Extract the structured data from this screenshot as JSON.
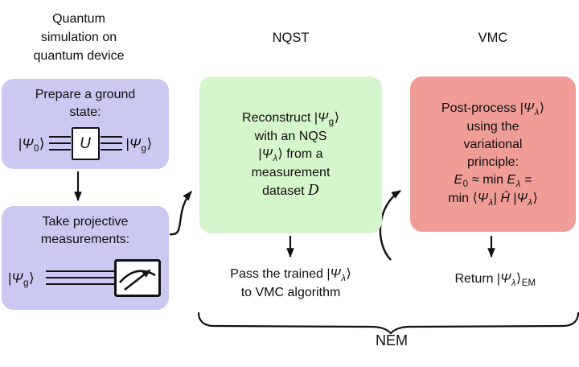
{
  "colors": {
    "purple_box": "#cbc9f2",
    "green_box": "#d5f6cc",
    "red_box": "#f09d98",
    "text": "#0e0e0e",
    "line": "#111111"
  },
  "left": {
    "header_lines": [
      "Quantum",
      "simulation on",
      "quantum device"
    ],
    "prepare_box": {
      "title_lines": [
        "Prepare a ground",
        "state:"
      ],
      "input_ket": [
        {
          "t": "|"
        },
        {
          "t": "Ψ",
          "s": "i"
        },
        {
          "t": "0",
          "s": "sub"
        },
        {
          "t": "⟩"
        }
      ],
      "gate": [
        {
          "t": "U",
          "s": "i"
        }
      ],
      "output_ket": [
        {
          "t": "|"
        },
        {
          "t": "Ψ",
          "s": "i"
        },
        {
          "t": "g",
          "s": "sub"
        },
        {
          "t": "⟩"
        }
      ]
    },
    "measure_box": {
      "title_lines": [
        "Take projective",
        "measurements:"
      ],
      "input_ket": [
        {
          "t": "|"
        },
        {
          "t": "Ψ",
          "s": "i"
        },
        {
          "t": "g",
          "s": "sub"
        },
        {
          "t": "⟩"
        }
      ]
    }
  },
  "middle": {
    "header": "NQST",
    "box_lines": [
      [
        {
          "t": "Reconstruct |"
        },
        {
          "t": "Ψ",
          "s": "i"
        },
        {
          "t": "g",
          "s": "sub"
        },
        {
          "t": "⟩"
        }
      ],
      [
        {
          "t": "with an NQS"
        }
      ],
      [
        {
          "t": "|"
        },
        {
          "t": "Ψ",
          "s": "i"
        },
        {
          "t": "λ",
          "s": "subi"
        },
        {
          "t": "⟩ from a"
        }
      ],
      [
        {
          "t": "measurement"
        }
      ],
      [
        {
          "t": "dataset "
        },
        {
          "t": "D",
          "s": "script"
        }
      ]
    ],
    "below_lines": [
      [
        {
          "t": "Pass the trained |"
        },
        {
          "t": "Ψ",
          "s": "i"
        },
        {
          "t": "λ",
          "s": "subi"
        },
        {
          "t": "⟩"
        }
      ],
      [
        {
          "t": "to VMC algorithm"
        }
      ]
    ]
  },
  "right": {
    "header": "VMC",
    "box_lines": [
      [
        {
          "t": "Post-process |"
        },
        {
          "t": "Ψ",
          "s": "i"
        },
        {
          "t": "λ",
          "s": "subi"
        },
        {
          "t": "⟩"
        }
      ],
      [
        {
          "t": "using the"
        }
      ],
      [
        {
          "t": "variational"
        }
      ],
      [
        {
          "t": "principle:"
        }
      ],
      [
        {
          "t": "E",
          "s": "i"
        },
        {
          "t": "0",
          "s": "sub"
        },
        {
          "t": " ≈ min "
        },
        {
          "t": "E",
          "s": "i"
        },
        {
          "t": "λ",
          "s": "subi"
        },
        {
          "t": " ="
        }
      ],
      [
        {
          "t": "min ⟨"
        },
        {
          "t": "Ψ",
          "s": "i"
        },
        {
          "t": "λ",
          "s": "subi"
        },
        {
          "t": "| "
        },
        {
          "t": "Ĥ",
          "s": "i"
        },
        {
          "t": " |"
        },
        {
          "t": "Ψ",
          "s": "i"
        },
        {
          "t": "λ",
          "s": "subi"
        },
        {
          "t": "⟩"
        }
      ]
    ],
    "below_line": [
      {
        "t": "Return |"
      },
      {
        "t": "Ψ",
        "s": "i"
      },
      {
        "t": "λ",
        "s": "subi"
      },
      {
        "t": "⟩"
      },
      {
        "t": "EM",
        "s": "sub"
      }
    ]
  },
  "nem_label": "NEM"
}
